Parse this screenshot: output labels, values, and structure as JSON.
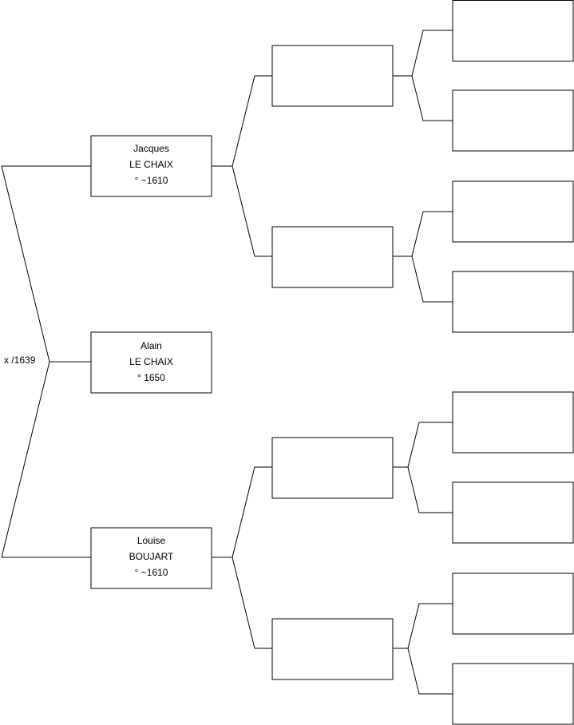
{
  "marriage_label": "x /1639",
  "persons": {
    "subject": {
      "line1": "Alain",
      "line2": "LE CHAIX",
      "line3": "° 1650"
    },
    "father": {
      "line1": "Jacques",
      "line2": "LE CHAIX",
      "line3": "° ~1610"
    },
    "mother": {
      "line1": "Louise",
      "line2": "BOUJART",
      "line3": "° ~1610"
    }
  },
  "colors": {
    "line": "#000000",
    "box_fill": "#ffffff"
  }
}
